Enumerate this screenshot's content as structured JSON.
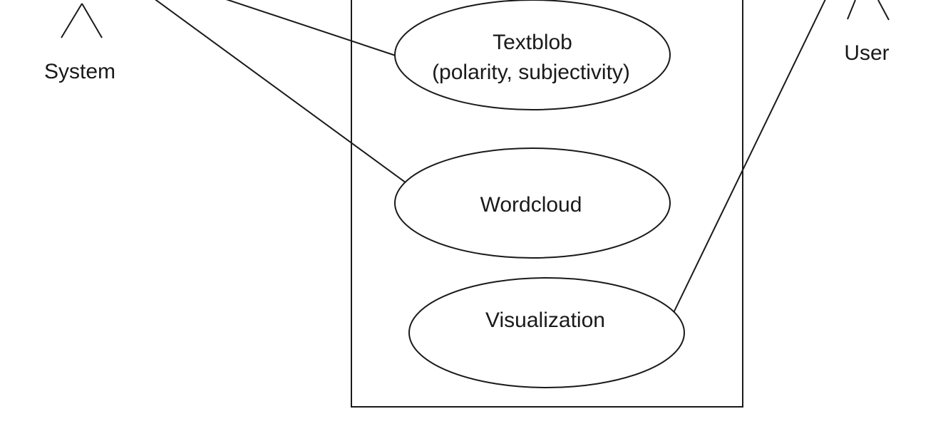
{
  "diagram": {
    "actors": {
      "system": {
        "label": "System"
      },
      "user": {
        "label": "User"
      }
    },
    "use_cases": [
      {
        "line1": "Textblob",
        "line2": "(polarity, subjectivity)"
      },
      {
        "line1": "Wordcloud"
      },
      {
        "line1": "Visualization"
      }
    ]
  },
  "colors": {
    "stroke": "#1a1a1a",
    "background": "#ffffff"
  }
}
